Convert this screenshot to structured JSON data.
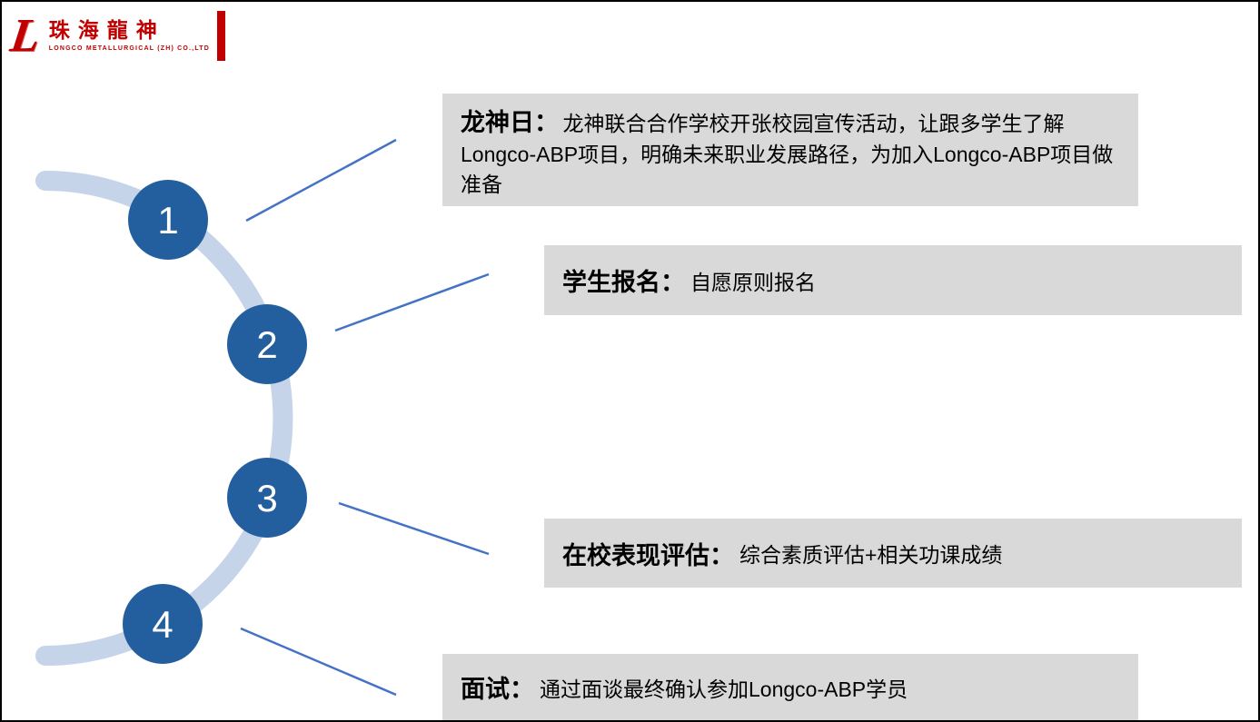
{
  "logo": {
    "glyph": "L",
    "company_cn": "珠海龍神",
    "company_en": "LONGCO METALLURGICAL (ZH) CO.,LTD",
    "accent_color": "#c00000"
  },
  "colors": {
    "arc": "#c5d4e9",
    "circle": "#235f9e",
    "connector": "#4472c4",
    "box_bg": "#d9d9d9"
  },
  "process": {
    "steps": [
      {
        "number": "1",
        "title": "龙神日：",
        "body": "龙神联合合作学校开张校园宣传活动，让跟多学生了解Longco-ABP项目，明确未来职业发展路径，为加入Longco-ABP项目做准备"
      },
      {
        "number": "2",
        "title": "学生报名：",
        "body": "自愿原则报名"
      },
      {
        "number": "3",
        "title": "在校表现评估：",
        "body": "综合素质评估+相关功课成绩"
      },
      {
        "number": "4",
        "title": "面试：",
        "body": "通过面谈最终确认参加Longco-ABP学员"
      }
    ]
  }
}
